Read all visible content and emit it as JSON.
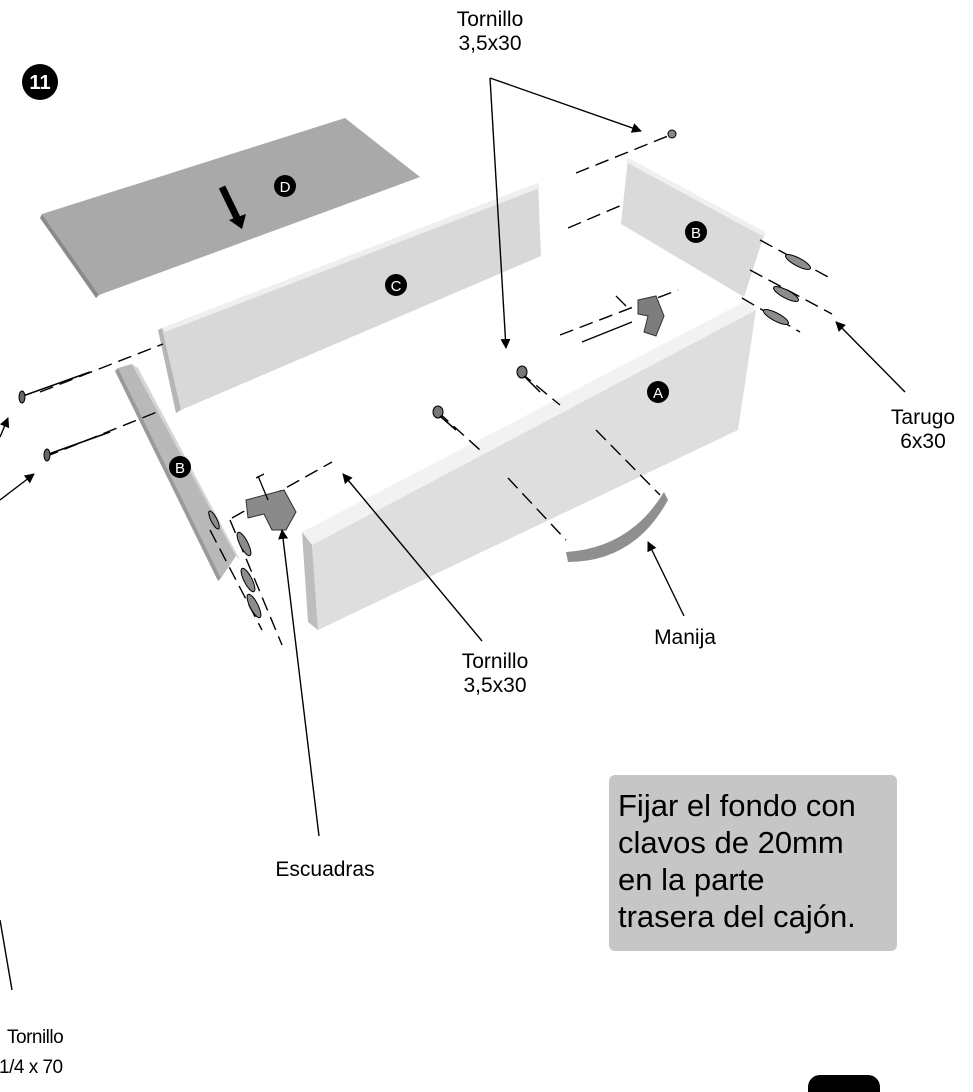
{
  "step": {
    "number": "11"
  },
  "parts": {
    "a": "A",
    "b": "B",
    "c": "C",
    "d": "D"
  },
  "labels": {
    "tornillo_top": {
      "line1": "Tornillo",
      "line2": "3,5x30"
    },
    "tarugo": {
      "line1": "Tarugo",
      "line2": "6x30"
    },
    "manija": "Manija",
    "tornillo_mid": {
      "line1": "Tornillo",
      "line2": "3,5x30"
    },
    "escuadras": "Escuadras",
    "tornillo_bottom": {
      "line1": "Tornillo",
      "line2": "1/4 x 70"
    }
  },
  "note": {
    "text": "Fijar el fondo con\nclavos de 20mm\nen la parte\ntrasera  del cajón."
  },
  "colors": {
    "panel_light": "#e3e3e3",
    "panel_mid": "#cfcfcf",
    "panel_dark": "#a9a9a9",
    "note_bg": "#c6c6c6"
  }
}
